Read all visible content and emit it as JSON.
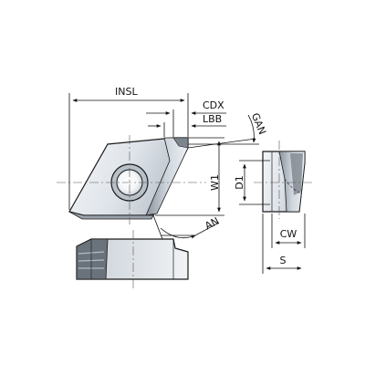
{
  "labels": {
    "insl": "INSL",
    "cdx": "CDX",
    "lbb": "LBB",
    "gan": "GAN",
    "w1": "W1",
    "d1": "D1",
    "an": "AN",
    "cw": "CW",
    "s": "S"
  },
  "colors": {
    "line": "#1a1a1a",
    "body_light": "#e9edf1",
    "body_mid": "#c8d0d8",
    "body_dark": "#6f7780",
    "center_line": "#555555"
  }
}
